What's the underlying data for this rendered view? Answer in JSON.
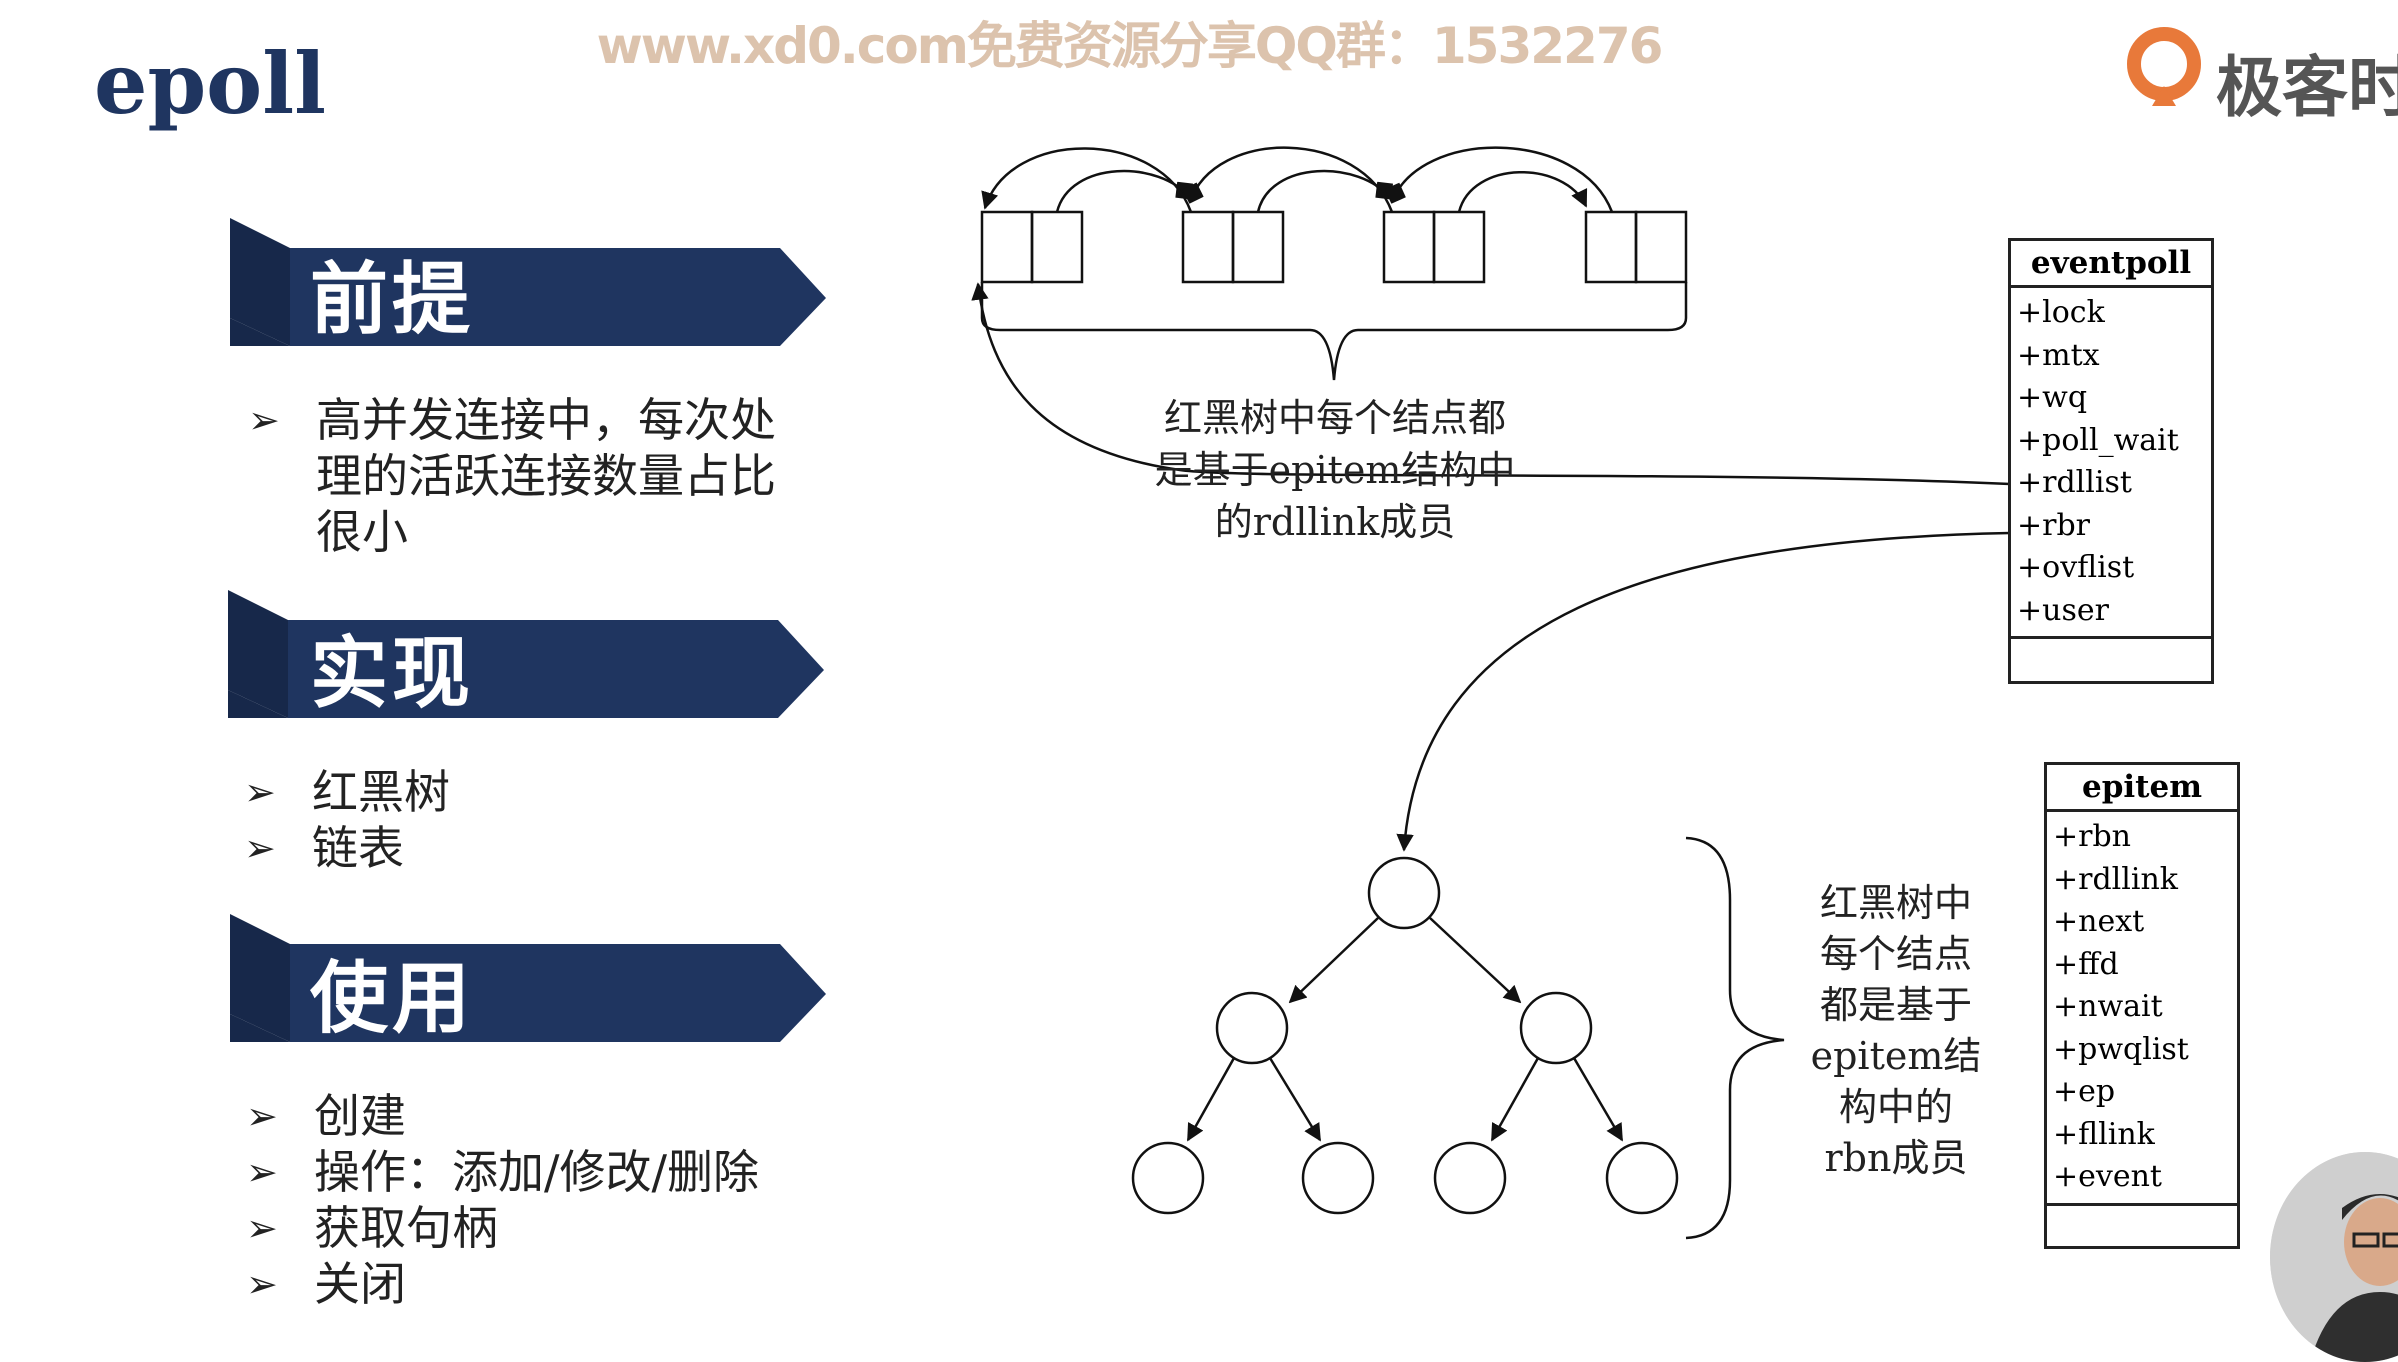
{
  "title": "epoll",
  "watermark": "www.xd0.com免费资源分享QQ群：1532276",
  "brand": {
    "name": "极客时"
  },
  "sections": [
    {
      "heading": "前提",
      "bullets": [
        "高并发连接中，每次处理的活跃连接数量占比很小"
      ]
    },
    {
      "heading": "实现",
      "bullets": [
        "红黑树",
        "链表"
      ]
    },
    {
      "heading": "使用",
      "bullets": [
        "创建",
        "操作：添加/修改/删除",
        "获取句柄",
        "关闭"
      ]
    }
  ],
  "bullet_lines": {
    "s0": [
      "高并发连接中，每次处",
      "理的活跃连接数量占比",
      "很小"
    ]
  },
  "diagram": {
    "list_caption": [
      "红黑树中每个结点都",
      "是基于epitem结构中",
      "的rdllink成员"
    ],
    "tree_caption": [
      "红黑树中",
      "每个结点",
      "都是基于",
      "epitem结",
      "构中的",
      "rbn成员"
    ],
    "eventpoll": {
      "name": "eventpoll",
      "fields": [
        "+lock",
        "+mtx",
        "+wq",
        "+poll_wait",
        "+rdllist",
        "+rbr",
        "+ovflist",
        "+user"
      ]
    },
    "epitem": {
      "name": "epitem",
      "fields": [
        "+rbn",
        "+rdllink",
        "+next",
        "+ffd",
        "+nwait",
        "+pwqlist",
        "+ep",
        "+fllink",
        "+event"
      ]
    }
  },
  "colors": {
    "navy": "#1f3560",
    "navy_dark": "#17284a",
    "watermark": "#dcc3ad",
    "logo_orange": "#e8793a"
  }
}
